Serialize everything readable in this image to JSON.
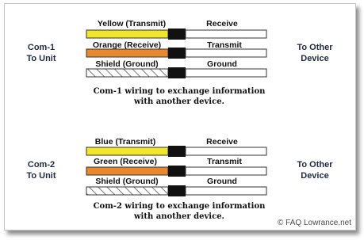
{
  "colors": {
    "yellow": "#f2e62b",
    "orange": "#e8892f",
    "black": "#111111",
    "outline": "#333333"
  },
  "diagrams": [
    {
      "left_label": [
        "Com-1",
        "To Unit"
      ],
      "right_label": [
        "To Other",
        "Device"
      ],
      "wires": [
        {
          "left_label": "Yellow (Transmit)",
          "right_label": "Receive",
          "fill": "yellow"
        },
        {
          "left_label": "Orange (Receive)",
          "right_label": "Transmit",
          "fill": "orange"
        },
        {
          "left_label": "Shield (Ground)",
          "right_label": "Ground",
          "fill": "hatched"
        }
      ],
      "caption": [
        "Com-1 wiring to exchange information",
        "with another device."
      ]
    },
    {
      "left_label": [
        "Com-2",
        "To Unit"
      ],
      "right_label": [
        "To Other",
        "Device"
      ],
      "wires": [
        {
          "left_label": "Blue (Transmit)",
          "right_label": "Receive",
          "fill": "yellow"
        },
        {
          "left_label": "Green (Receive)",
          "right_label": "Transmit",
          "fill": "orange"
        },
        {
          "left_label": "Shield (Ground)",
          "right_label": "Ground",
          "fill": "hatched"
        }
      ],
      "caption": [
        "Com-2 wiring to exchange information",
        "with another device."
      ]
    }
  ],
  "watermark": "© FAQ Lowrance.net"
}
